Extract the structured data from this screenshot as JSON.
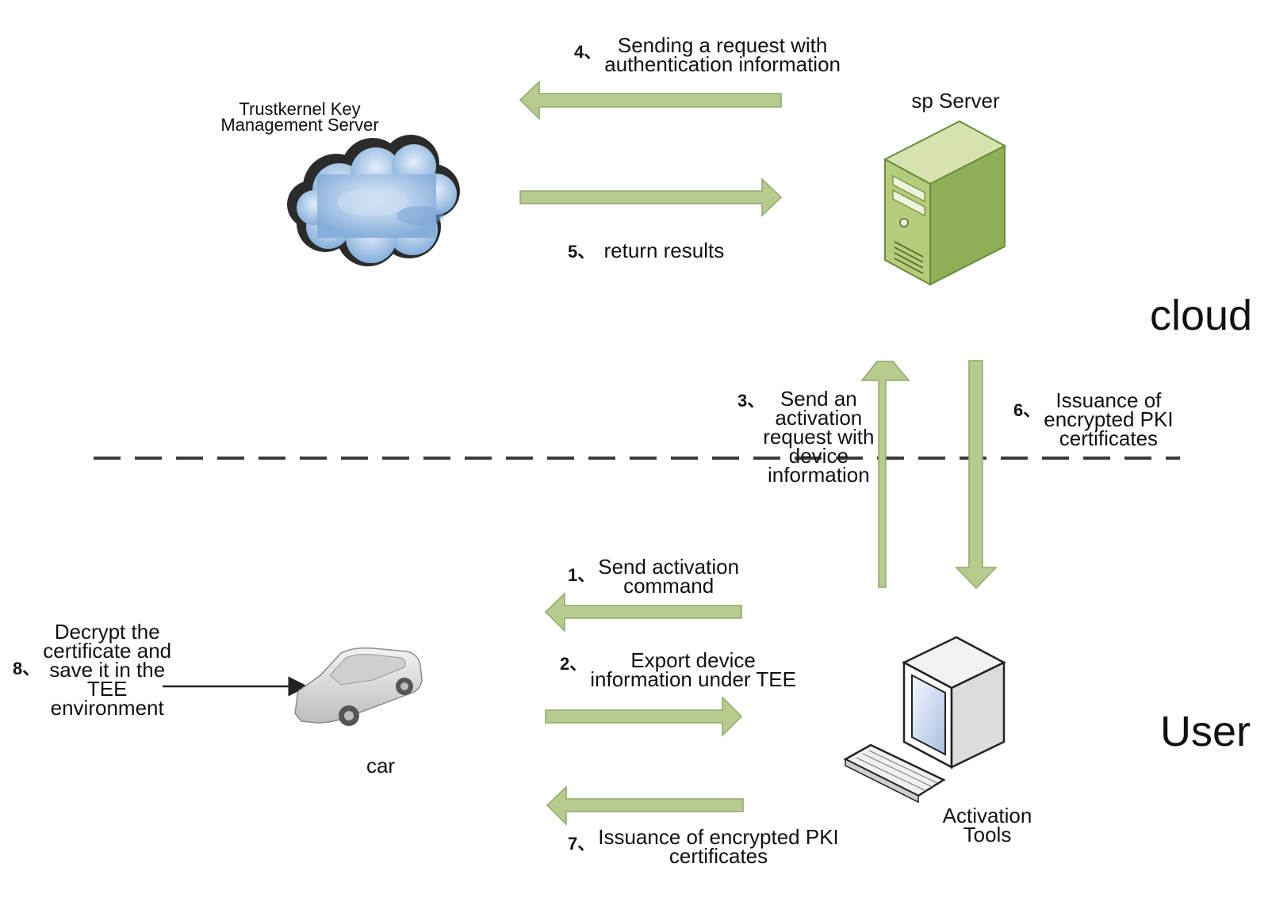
{
  "nodes": {
    "key_server": {
      "label_line1": "Trustkernel Key",
      "label_line2": "Management Server"
    },
    "sp_server": {
      "label": "sp Server"
    },
    "car": {
      "label": "car"
    },
    "activation_tools": {
      "label_line1": "Activation",
      "label_line2": "Tools"
    }
  },
  "zones": {
    "cloud": "cloud",
    "user": "User"
  },
  "steps": [
    {
      "num": "1、",
      "lines": [
        "Send activation",
        "command"
      ]
    },
    {
      "num": "2、",
      "lines": [
        "Export device",
        "information under TEE"
      ]
    },
    {
      "num": "3、",
      "lines": [
        "Send an",
        "activation",
        "request with",
        "device",
        "information"
      ]
    },
    {
      "num": "4、",
      "lines": [
        "Sending a request with",
        "authentication information"
      ]
    },
    {
      "num": "5、",
      "lines": [
        "return results"
      ]
    },
    {
      "num": "6、",
      "lines": [
        "Issuance of",
        "encrypted PKI",
        "certificates"
      ]
    },
    {
      "num": "7、",
      "lines": [
        "Issuance of encrypted PKI",
        "certificates"
      ]
    },
    {
      "num": "8、",
      "lines": [
        "Decrypt the",
        "certificate and",
        "save it in the",
        "TEE",
        "environment"
      ]
    }
  ],
  "colors": {
    "arrow_fill": "#b8cb8e",
    "arrow_stroke": "#8fa868",
    "divider": "#3c3c3c",
    "server_green": "#8fae55",
    "cloud_blue": "#9bbbe0"
  }
}
